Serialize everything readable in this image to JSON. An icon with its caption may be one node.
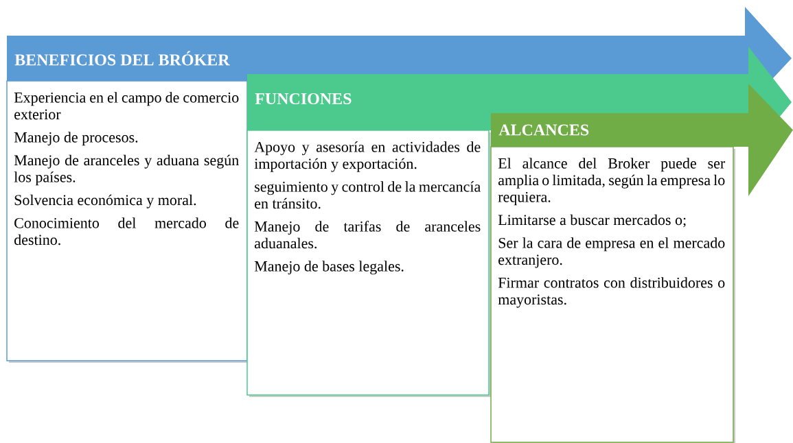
{
  "diagram": {
    "nodes": [
      {
        "text": [
          "BENEFICIOS  DEL BRÓKER"
        ]
      },
      {
        "text": [
          "Experiencia en el campo de comercio exterior",
          "Manejo de procesos.",
          "Manejo de aranceles y aduana según los países.",
          "Solvencia económica y moral.",
          "Conocimiento del mercado de destino."
        ]
      },
      {
        "text": [
          "FUNCIONES"
        ]
      },
      {
        "text": [
          "Apoyo y asesoría en actividades de importación y exportación.",
          "seguimiento y control de la mercancía en tránsito.",
          "Manejo de tarifas de aranceles aduanales.",
          "Manejo de bases legales."
        ]
      },
      {
        "text": [
          "ALCANCES"
        ]
      },
      {
        "text": [
          "El alcance del Broker puede ser amplia o limitada, según la empresa lo requiera.",
          "Limitarse a buscar mercados o;",
          "Ser la cara de empresa en el mercado extranjero.",
          "Firmar contratos con distribuidores o mayoristas."
        ]
      }
    ]
  }
}
